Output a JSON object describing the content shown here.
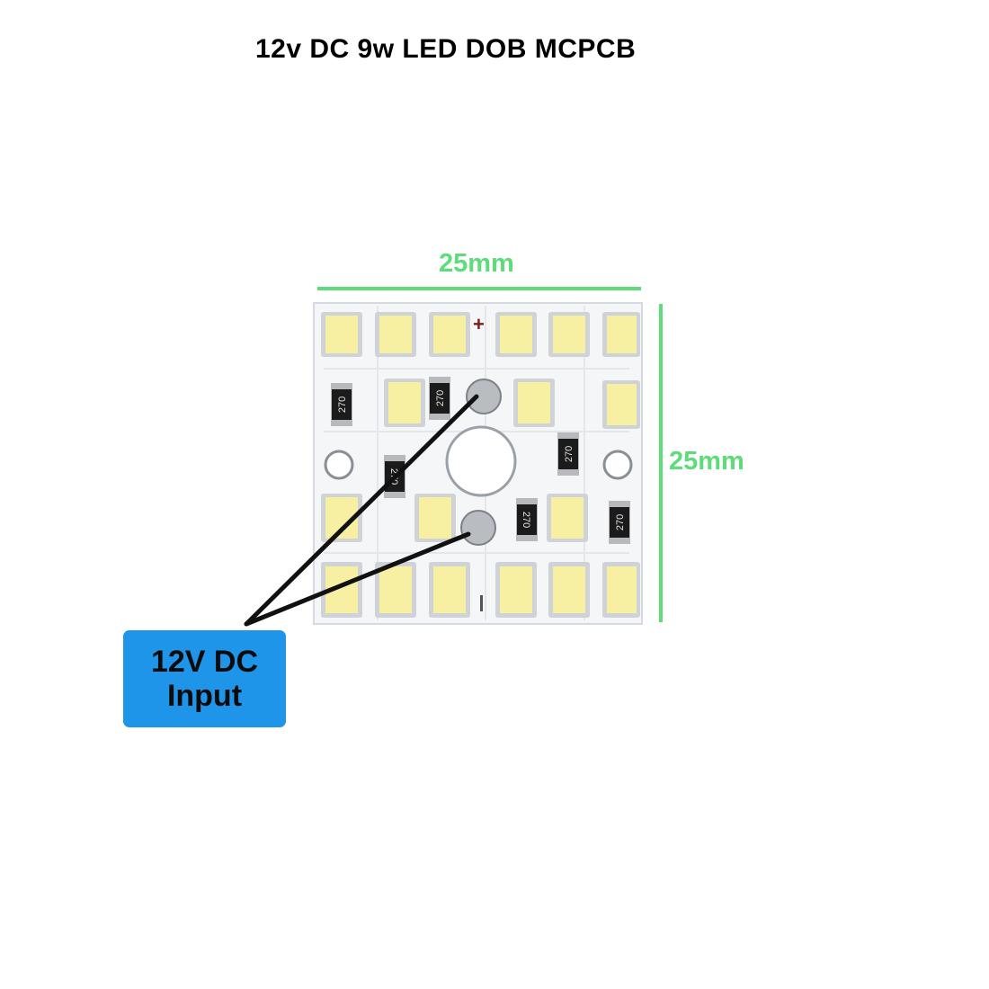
{
  "title": "12v DC 9w LED DOB MCPCB",
  "dimensions": {
    "width_label": "25mm",
    "height_label": "25mm",
    "line_color": "#5fdc7a"
  },
  "board": {
    "polarity_plus": "+",
    "polarity_minus": "I",
    "resistor_code": "270",
    "led_color": "#f7efa2",
    "board_color": "#f4f6f8"
  },
  "callout": {
    "line1": "12V DC",
    "line2": "Input",
    "color": "#1f95e9"
  }
}
